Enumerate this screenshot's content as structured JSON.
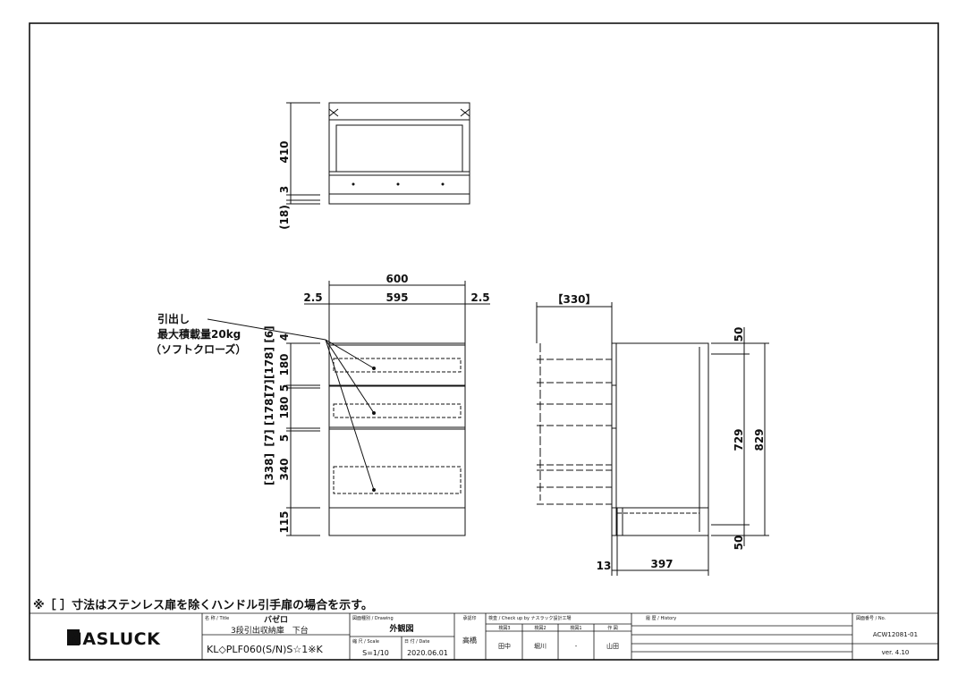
{
  "top_view": {
    "dims": [
      "410",
      "3",
      "(18)"
    ]
  },
  "front_view": {
    "width_total": "600",
    "width_inner": "595",
    "side_left": "2.5",
    "side_right": "2.5",
    "callout_lines": [
      "引出し",
      "最大積載量20kg",
      "（ソフトクローズ）"
    ],
    "left_dims": [
      "[6]",
      "4",
      "[178]",
      "180",
      "[7]",
      "5",
      "[178]",
      "180",
      "[7]",
      "5",
      "[338]",
      "340",
      "115"
    ]
  },
  "side_view": {
    "depth_bracket": "【330】",
    "dim_top": "50",
    "dim_729": "729",
    "dim_829": "829",
    "dim_bottom": "50",
    "dim_13": "13",
    "dim_397": "397"
  },
  "note": "※［ ］寸法はステンレス扉を除くハンドル引手扉の場合を示す。",
  "title_block": {
    "logo": "NASLUCK",
    "title_label": "名 称 / Title",
    "title_name": "バゼロ",
    "subtitle": "3段引出収納庫　下台",
    "model": "KL◇PLF060(S/N)S☆1※K",
    "drawing_label": "図面種別 / Drawing",
    "drawing_type": "外観図",
    "scale_label": "縮 尺 / Scale",
    "scale": "S=1/10",
    "date_label": "日 付 / Date",
    "date": "2020.06.01",
    "approver_label": "承認印",
    "approver": "高橋",
    "check_label": "検査 / Check up by ナスラック設計工場",
    "check_cols": [
      "検図3",
      "検図2",
      "検図1",
      "作 図"
    ],
    "check_names": [
      "田中",
      "堀川",
      "-",
      "山田"
    ],
    "history_label": "履 歴 / History",
    "no_label": "図面番号 / No.",
    "drawing_no": "ACW12081-01",
    "version": "ver. 4.10"
  }
}
